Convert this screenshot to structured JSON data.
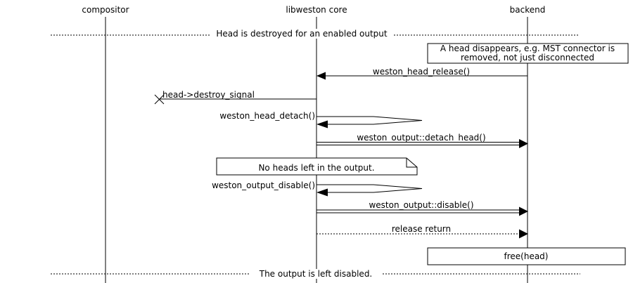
{
  "diagram_type": "sequence-diagram",
  "colors": {
    "line": "#000000",
    "background": "#ffffff"
  },
  "entities": [
    {
      "label": "compositor"
    },
    {
      "label": "libweston core"
    },
    {
      "label": "backend"
    }
  ],
  "dividers": [
    {
      "label": "Head is destroyed for an enabled output"
    },
    {
      "label": "The output is left disabled."
    }
  ],
  "notes": [
    {
      "shape": "box",
      "line1": "A head disappears, e.g. MST connector is",
      "line2": "removed, not just disconnected",
      "over": "backend"
    },
    {
      "shape": "note",
      "line1": "No heads left in the output.",
      "over": "libweston core"
    },
    {
      "shape": "box",
      "line1": "free(head)",
      "over": "backend"
    }
  ],
  "messages": [
    {
      "label": "weston_head_release()",
      "from": "backend",
      "to": "libweston core",
      "style": "solid"
    },
    {
      "label": "head->destroy_signal",
      "from": "libweston core",
      "to": "lost",
      "style": "lost-x"
    },
    {
      "label": "weston_head_detach()",
      "from": "libweston core",
      "to": "libweston core",
      "style": "self-call"
    },
    {
      "label": "weston_output::detach_head()",
      "from": "libweston core",
      "to": "backend",
      "style": "double-line"
    },
    {
      "label": "weston_output_disable()",
      "from": "libweston core",
      "to": "libweston core",
      "style": "self-call"
    },
    {
      "label": "weston_output::disable()",
      "from": "libweston core",
      "to": "backend",
      "style": "double-line"
    },
    {
      "label": "release return",
      "from": "libweston core",
      "to": "backend",
      "style": "dotted-return"
    }
  ]
}
